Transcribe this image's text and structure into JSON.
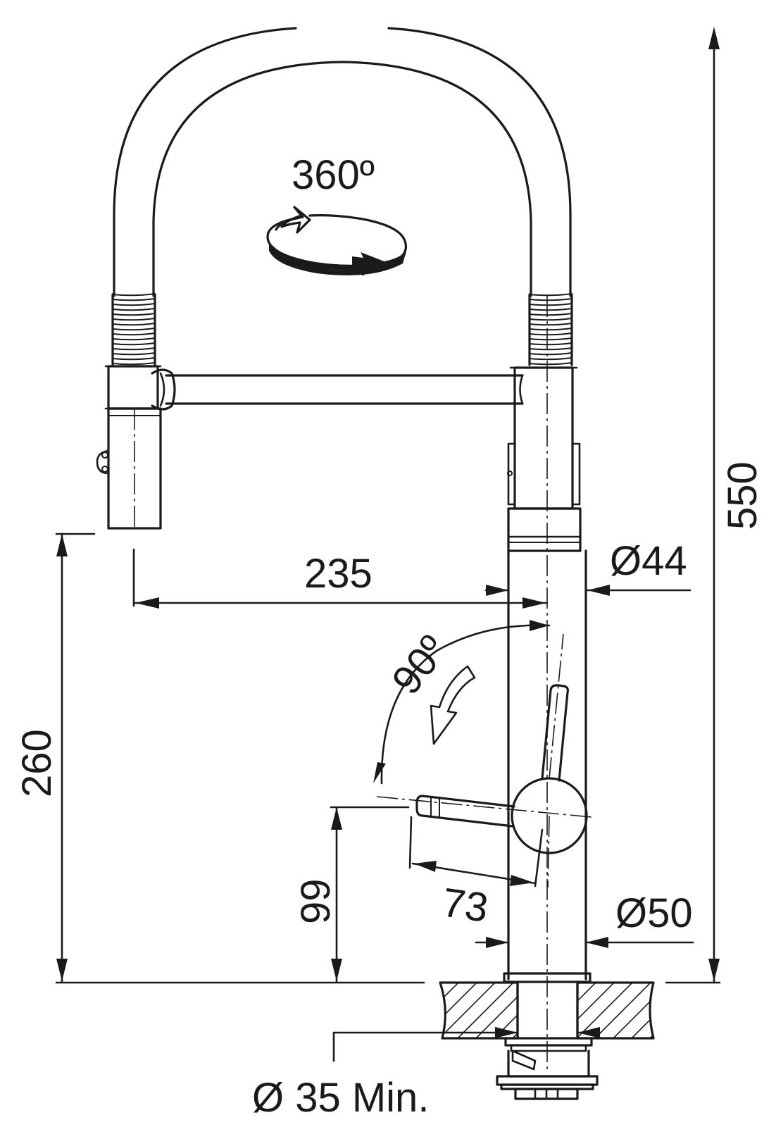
{
  "drawing": {
    "labels": {
      "rotation_swivel": "360º",
      "lever_rotation": "90º",
      "total_height": "550",
      "spout_height": "260",
      "lever_height": "99",
      "spout_reach": "235",
      "lever_length": "73",
      "body_diameter_top": "Ø44",
      "body_diameter_base": "Ø50",
      "hole_diameter": "Ø 35 Min."
    },
    "icons": {
      "rotation": "rotation-arrow-icon",
      "lever_direction": "curved-arrow-icon"
    }
  }
}
